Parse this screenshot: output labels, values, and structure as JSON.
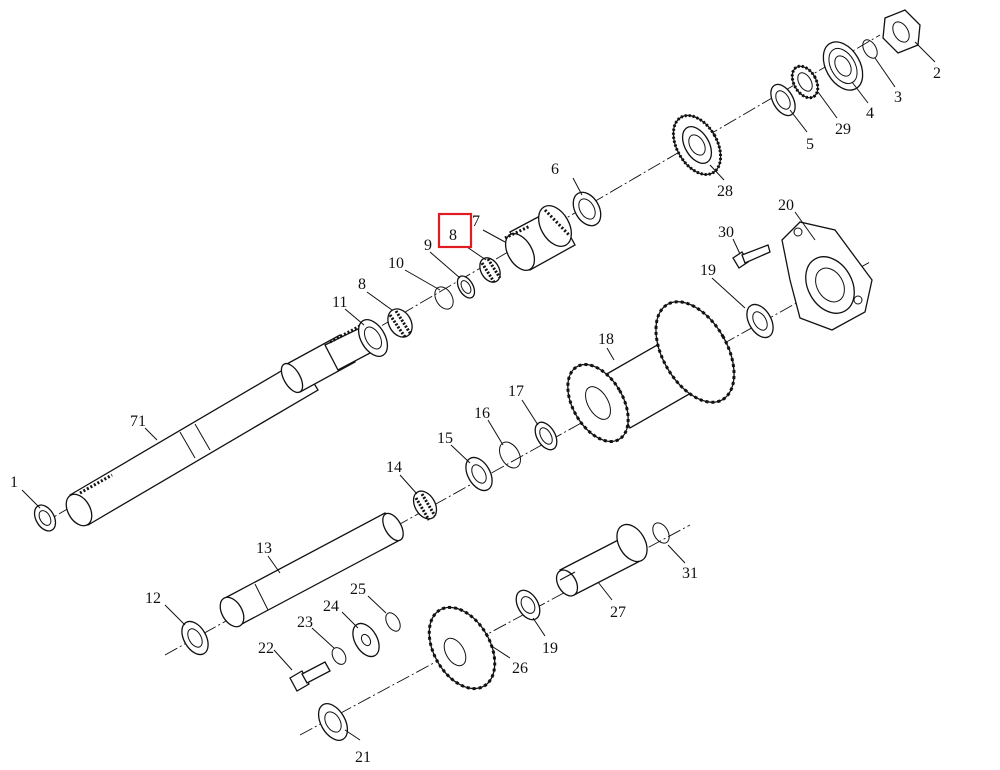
{
  "diagram": {
    "type": "exploded-parts-view",
    "highlighted_part": "8",
    "highlight_color": "#e01b24",
    "line_color": "#111111",
    "callouts": [
      "1",
      "2",
      "3",
      "4",
      "5",
      "6",
      "7",
      "8",
      "8",
      "9",
      "10",
      "11",
      "12",
      "13",
      "14",
      "15",
      "16",
      "17",
      "18",
      "19",
      "19",
      "20",
      "21",
      "22",
      "23",
      "24",
      "25",
      "26",
      "27",
      "28",
      "29",
      "30",
      "31",
      "71"
    ]
  }
}
